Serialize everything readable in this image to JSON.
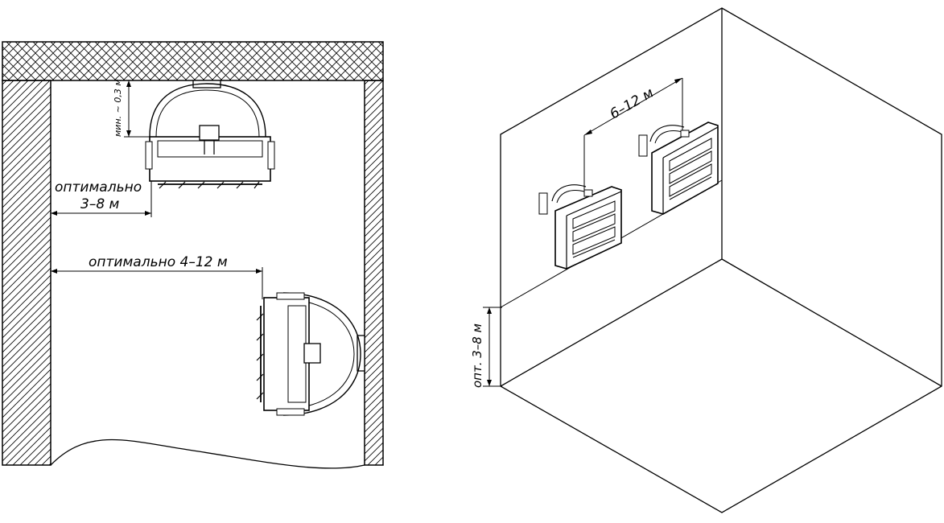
{
  "left_view": {
    "ceiling_gap_label": "мин. ~ 0,3 м",
    "wall_distance_label_line1": "оптимально",
    "wall_distance_label_line2": "3–8 м",
    "throw_distance_label": "оптимально 4–12 м"
  },
  "right_view": {
    "spacing_label": "6–12 м",
    "height_label": "опт. 3–8 м"
  },
  "colors": {
    "line": "#000000",
    "background": "#ffffff"
  }
}
